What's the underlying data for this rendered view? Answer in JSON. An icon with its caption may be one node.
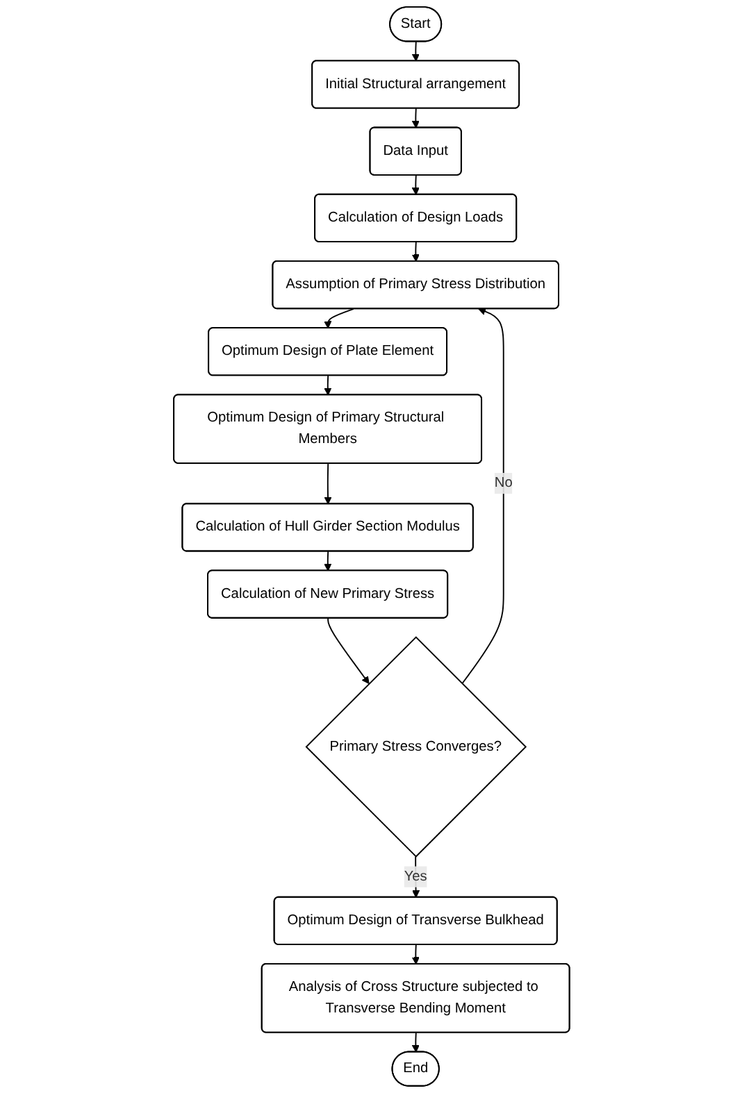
{
  "diagram": {
    "nodes": [
      {
        "text": [
          "Start"
        ]
      },
      {
        "text": [
          "Initial Structural arrangement"
        ]
      },
      {
        "text": [
          "Data Input"
        ]
      },
      {
        "text": [
          "Calculation of Design Loads"
        ]
      },
      {
        "text": [
          "Assumption of Primary Stress Distribution"
        ]
      },
      {
        "text": [
          "Optimum Design of Plate Element"
        ]
      },
      {
        "text": [
          "Optimum Design of Primary Structural Members"
        ]
      },
      {
        "text": [
          "Calculation of Hull Girder Section Modulus"
        ]
      },
      {
        "text": [
          "Calculation of New Primary Stress"
        ]
      },
      {
        "text": [
          "Primary Stress Converges?"
        ]
      },
      {
        "text": [
          "Optimum Design of Transverse Bulkhead"
        ]
      },
      {
        "text": [
          "Analysis of Cross Structure subjected to Transverse Bending Moment"
        ]
      },
      {
        "text": [
          "End"
        ]
      }
    ],
    "edges": [
      {
        "from": 0,
        "to": 1,
        "arrow": "to"
      },
      {
        "from": 1,
        "to": 2,
        "arrow": "to"
      },
      {
        "from": 2,
        "to": 3,
        "arrow": "to"
      },
      {
        "from": 3,
        "to": 4,
        "arrow": "to"
      },
      {
        "from": 4,
        "to": 5,
        "arrow": "to"
      },
      {
        "from": 5,
        "to": 6,
        "arrow": "to"
      },
      {
        "from": 6,
        "to": 7,
        "arrow": "to"
      },
      {
        "from": 7,
        "to": 8,
        "arrow": "to"
      },
      {
        "from": 8,
        "to": 9,
        "arrow": "to"
      },
      {
        "from": 9,
        "to": 10,
        "label": "Yes",
        "arrow": "to"
      },
      {
        "from": 10,
        "to": 11,
        "arrow": "to"
      },
      {
        "from": 11,
        "to": 12,
        "arrow": "to"
      },
      {
        "from": 9,
        "to": 4,
        "label": "No",
        "arrow": "to"
      }
    ]
  }
}
